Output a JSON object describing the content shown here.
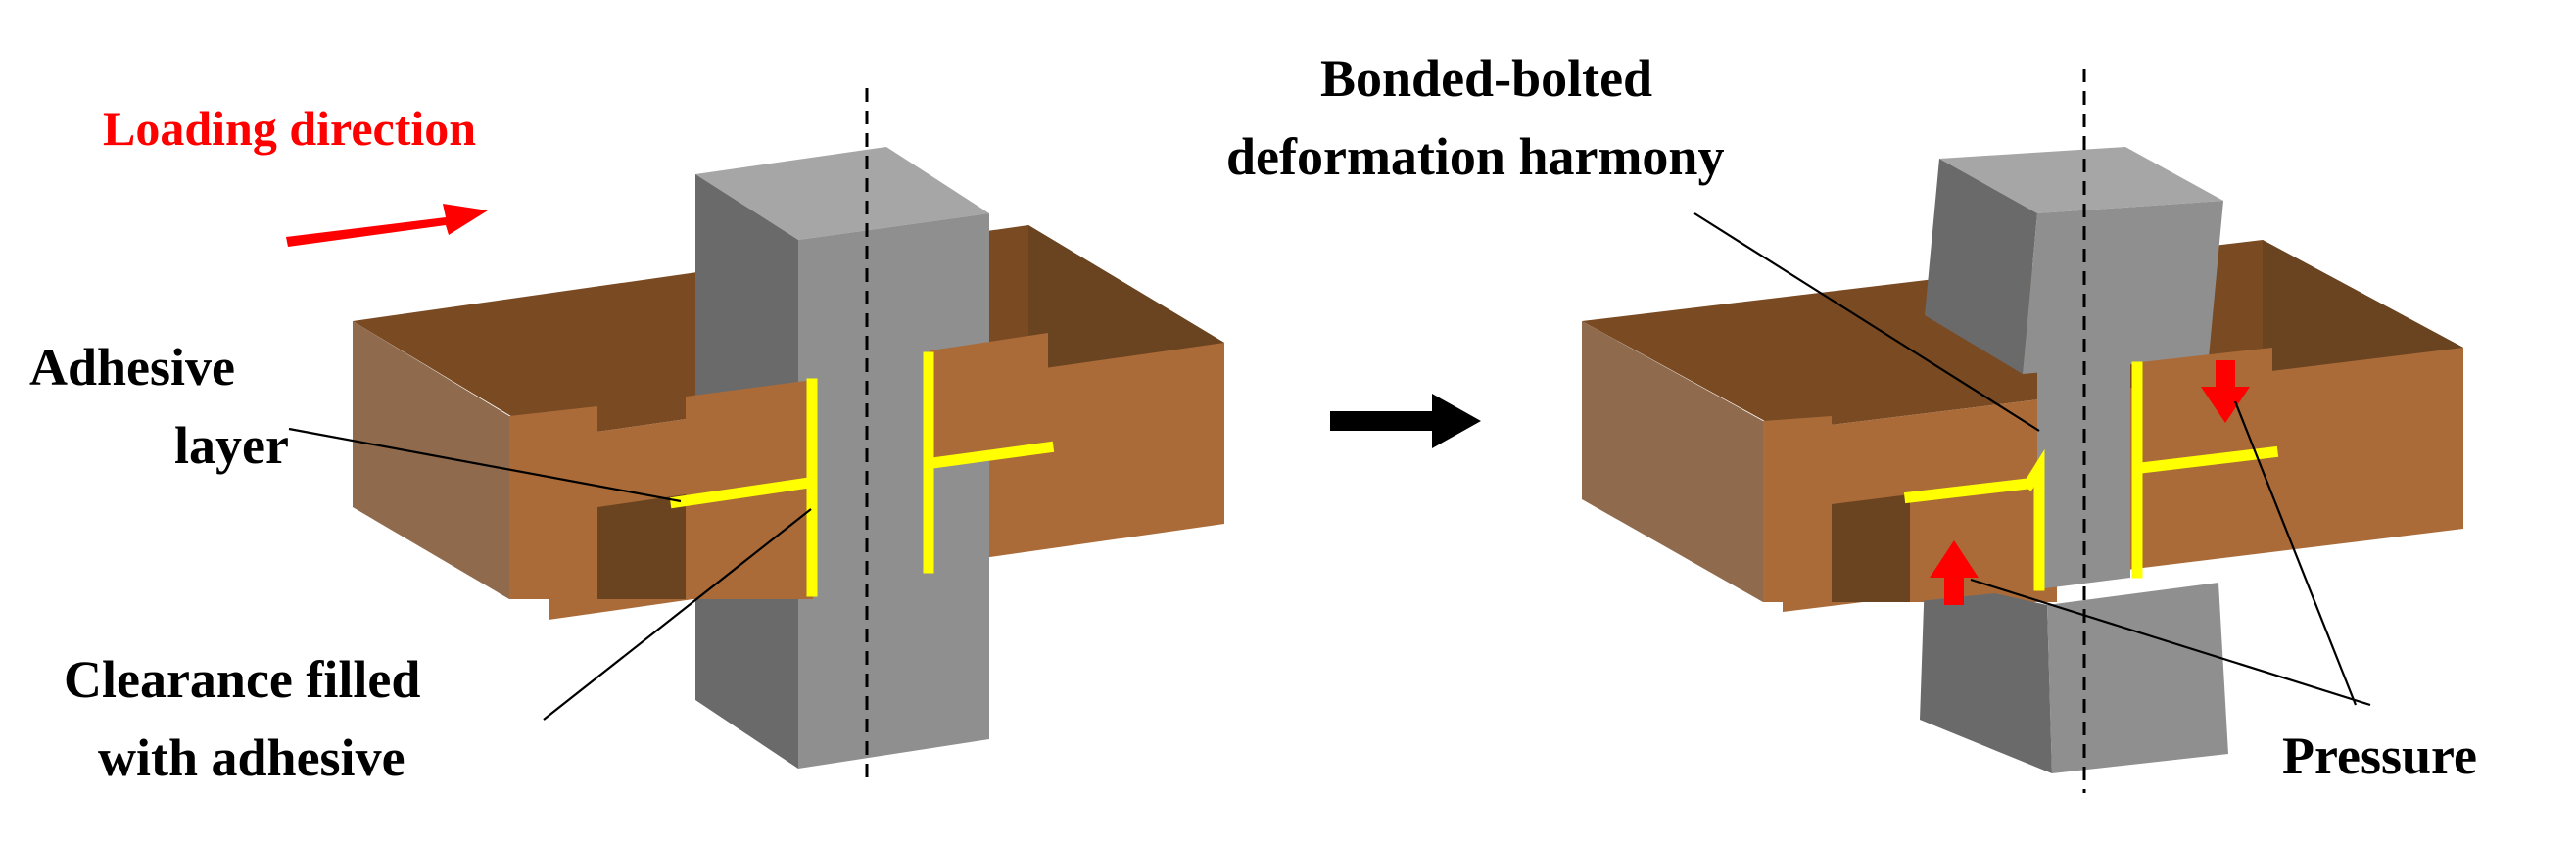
{
  "labels": {
    "loading_direction": "Loading direction",
    "adhesive_layer_1": "Adhesive",
    "adhesive_layer_2": "layer",
    "clearance_1": "Clearance filled",
    "clearance_2": "with adhesive",
    "harmony_1": "Bonded-bolted",
    "harmony_2": "deformation harmony",
    "pressure": "Pressure"
  },
  "colors": {
    "plate_top": "#7a4a22",
    "plate_front": "#aa6b39",
    "plate_side": "#8f6a4c",
    "plate_dark": "#6a4420",
    "bolt_front": "#8f8f8f",
    "bolt_side": "#6a6a6a",
    "bolt_top": "#a6a6a6",
    "adhesive": "#ffff00",
    "loading_arrow": "#ff0000",
    "pressure_arrow": "#ff0000",
    "transition_arrow": "#000000",
    "label_red": "#ff0000",
    "label_black": "#000000"
  },
  "icons": {
    "loading": "arrow-right-icon",
    "transition": "arrow-right-icon",
    "pressure": [
      "arrow-down-icon",
      "arrow-up-icon"
    ]
  }
}
